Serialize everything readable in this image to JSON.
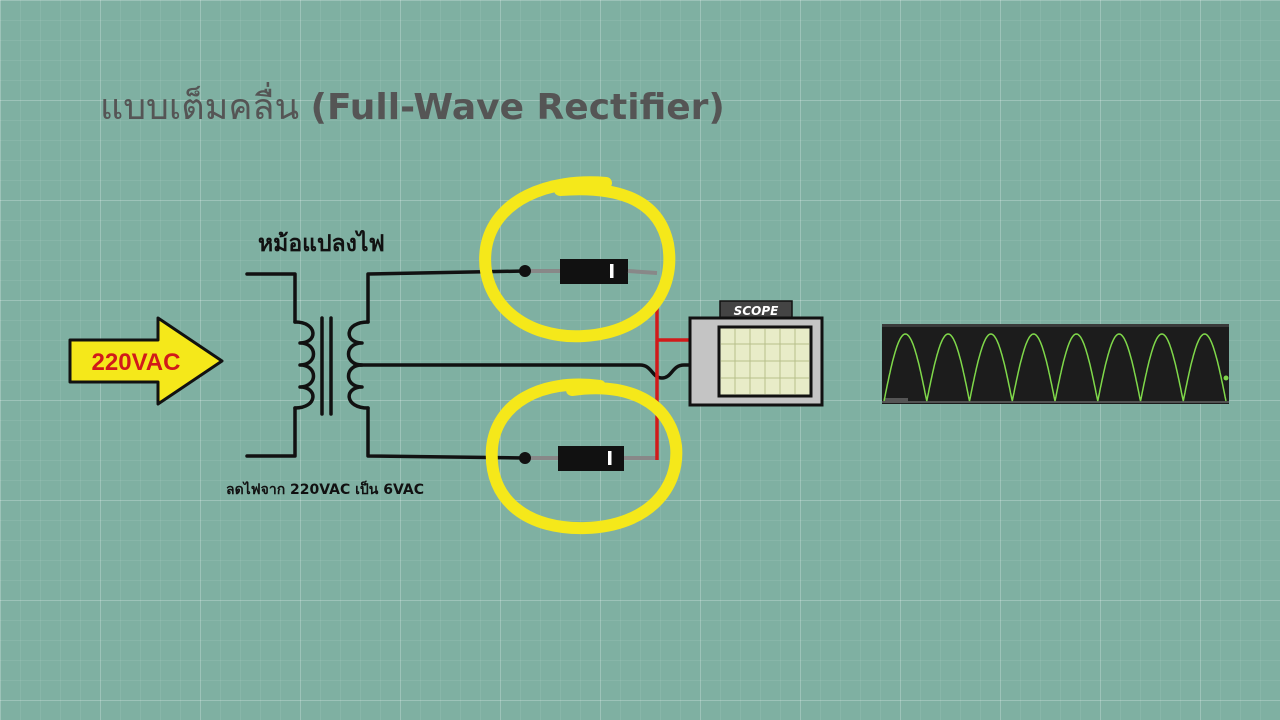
{
  "title": {
    "thai": "แบบเต็มคลื่น",
    "english": "(Full-Wave Rectifier)"
  },
  "transformer_label": "หม้อแปลงไฟ",
  "step_down_label": "ลดไฟจาก 220VAC เป็น 6VAC",
  "input_arrow_label": "220VAC",
  "scope_label": "SCOPE",
  "colors": {
    "background": "#7fb0a2",
    "highlight": "#f5e81a",
    "wire": "#111111",
    "probe": "#d11a1a",
    "waveform": "#7fd84a"
  },
  "icons": [
    "arrow-icon",
    "transformer-icon",
    "diode-icon",
    "oscilloscope-icon"
  ],
  "waveform": {
    "type": "full-wave rectified sine",
    "peaks_visible": 8
  }
}
